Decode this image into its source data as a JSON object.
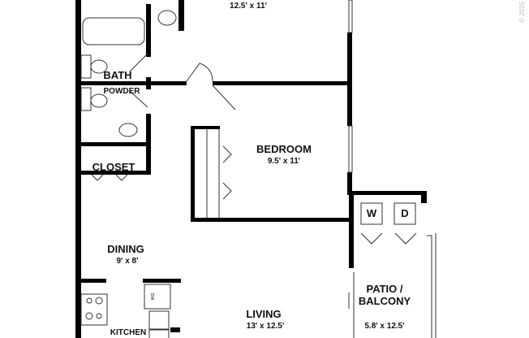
{
  "floorplan": {
    "rooms": {
      "top_room_dims": "12.5' x 11'",
      "bath": "BATH",
      "powder": "POWDER",
      "closet": "CLOSET",
      "bedroom": {
        "name": "BEDROOM",
        "dims": "9.5' x 11'"
      },
      "washer": "W",
      "dryer": "D",
      "dining": {
        "name": "DINING",
        "dims": "9' x 8'"
      },
      "patio": {
        "name_line1": "PATIO /",
        "name_line2": "BALCONY",
        "dims": "5.8' x 12.5'"
      },
      "living": {
        "name": "LIVING",
        "dims": "13' x 12.5'"
      },
      "kitchen": "KITCHEN",
      "dishwasher": "DW"
    },
    "copyright": "© 2015"
  }
}
